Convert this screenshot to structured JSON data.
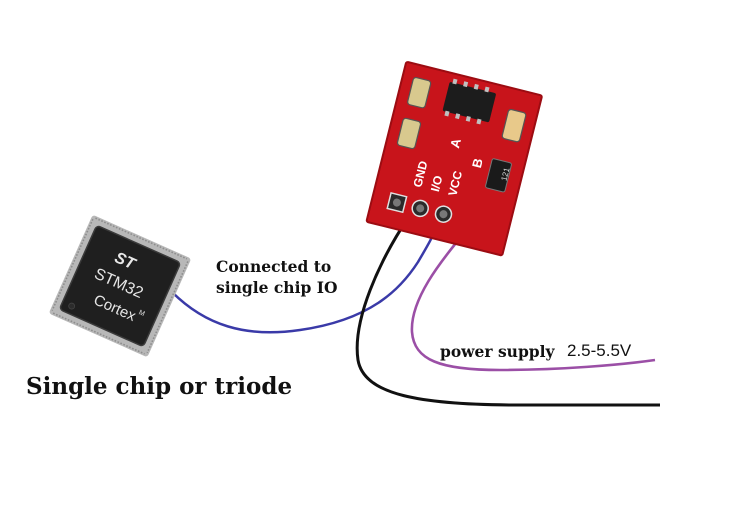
{
  "labels": {
    "connected_line1": "Connected to",
    "connected_line2": "single chip IO",
    "power_supply": "power supply",
    "voltage": "2.5-5.5V",
    "main_caption": "Single chip or triode"
  },
  "chip": {
    "brand": "STM32",
    "core": "Cortex",
    "core_suffix": "M"
  },
  "module": {
    "pins": [
      "GND",
      "I/O",
      "VCC"
    ],
    "pads": [
      "A",
      "B"
    ],
    "resistor_marking": "121"
  },
  "colors": {
    "io_wire": "#3a3aa8",
    "power_wire": "#9b4fa6",
    "ground_wire": "#111111",
    "pcb": "#c8141b"
  }
}
